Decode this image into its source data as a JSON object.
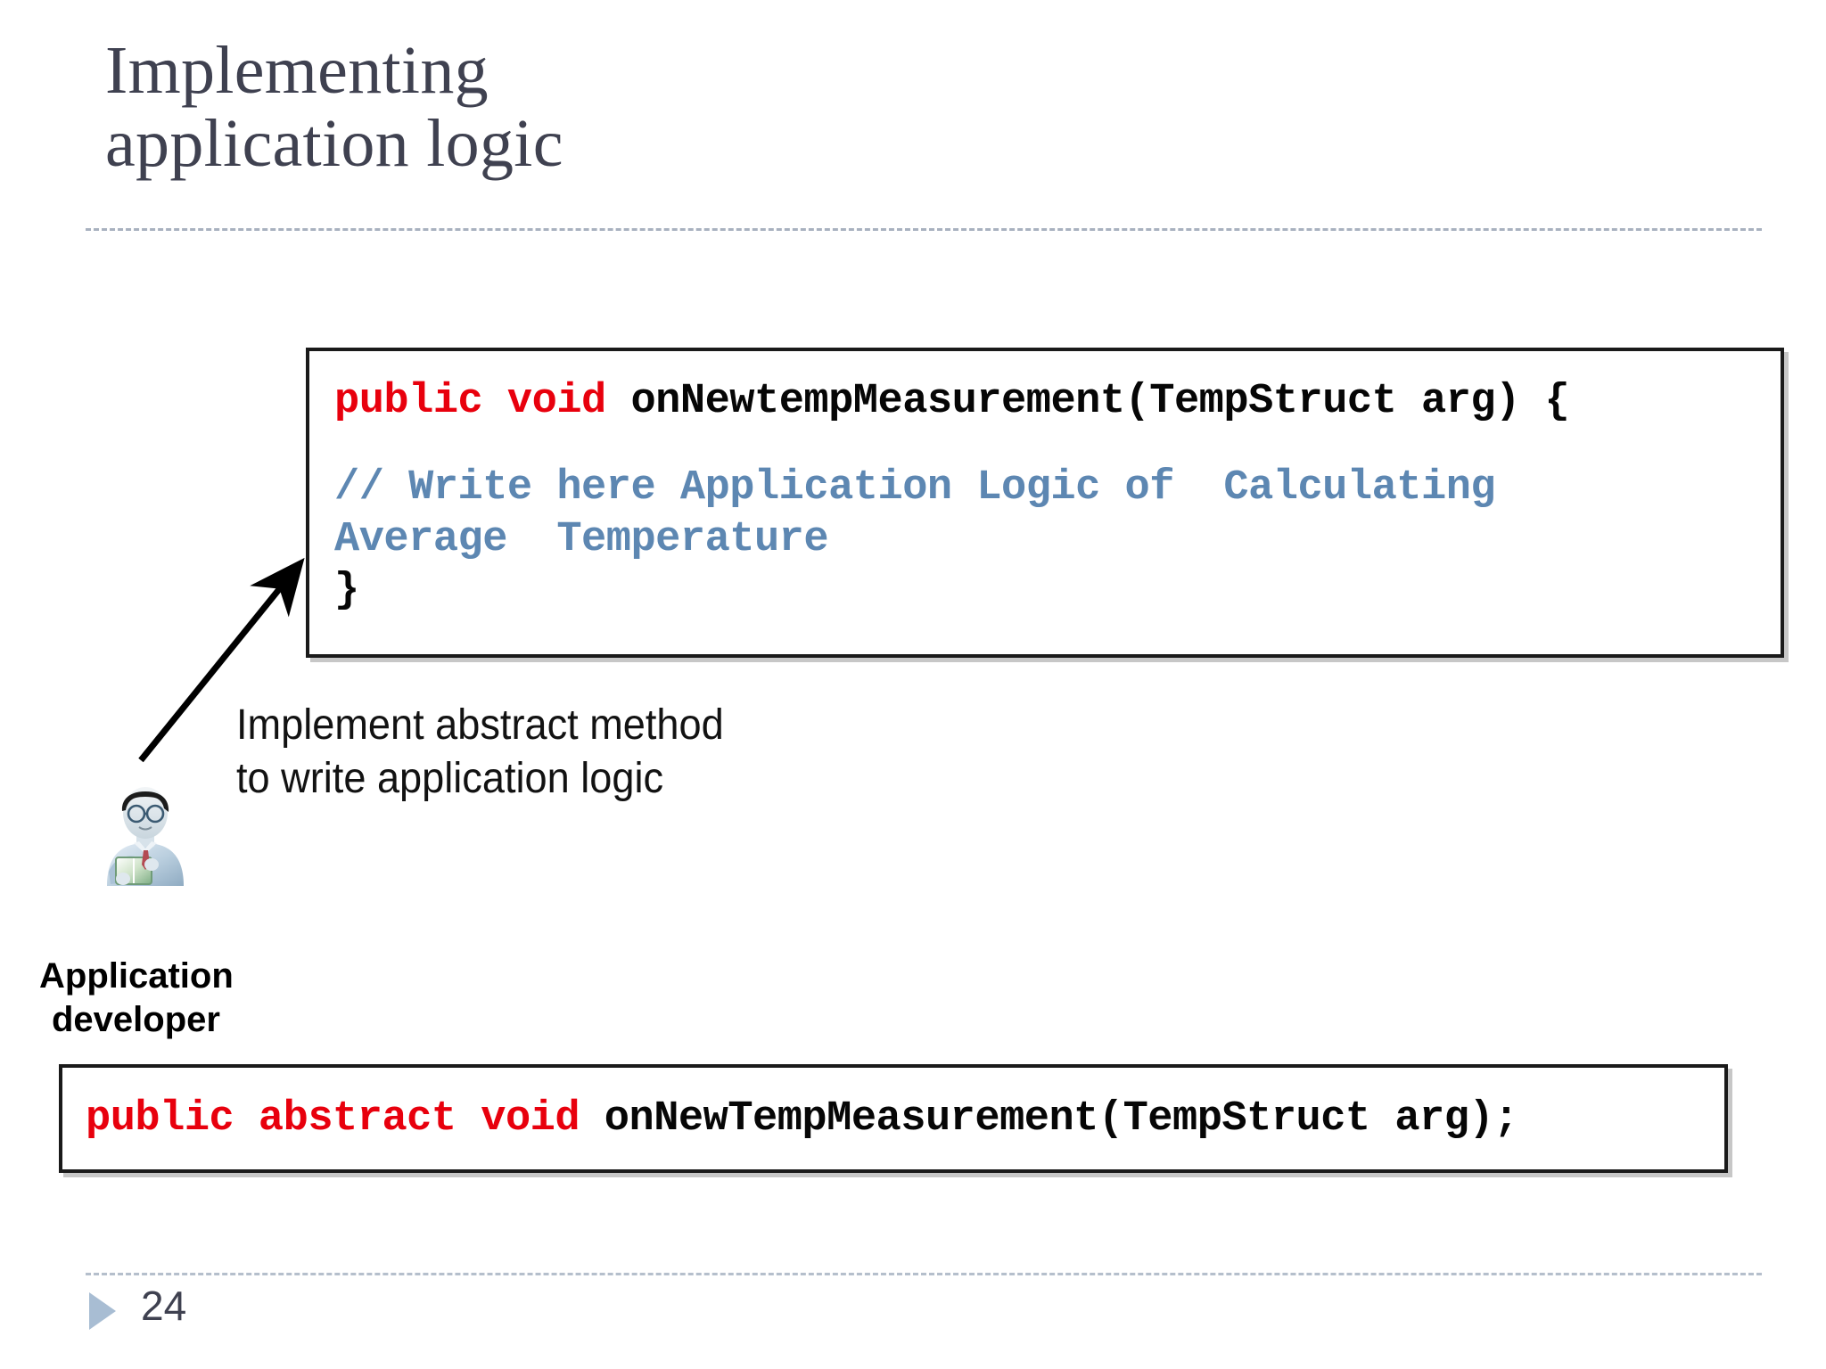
{
  "slide": {
    "title": "Implementing\napplication logic",
    "number": "24",
    "bullet_icon": "triangle-right-icon"
  },
  "top_code_box": {
    "signature": {
      "keywords": "public void ",
      "identifier": "onNewtempMeasurement(TempStruct arg) {"
    },
    "comment_line_1": "// Write here Application Logic of  Calculating",
    "comment_line_2": "Average  Temperature",
    "closing_brace": "}"
  },
  "bottom_code_box": {
    "keywords": "public abstract void ",
    "identifier": "onNewTempMeasurement(TempStruct arg);"
  },
  "annotation": {
    "text": "Implement abstract method\nto write application logic",
    "arrow_icon": "arrow-up-right-icon"
  },
  "developer": {
    "icon": "application-developer-icon",
    "label_line_1": "Application",
    "label_line_2": "developer"
  },
  "colors": {
    "keyword_red": "#e8000d",
    "identifier_black": "#060606",
    "comment_blue": "#5d87b2",
    "title_gray": "#3f4150",
    "rule_gray": "#9aa4b4",
    "bullet_blue": "#a8bdd3"
  }
}
